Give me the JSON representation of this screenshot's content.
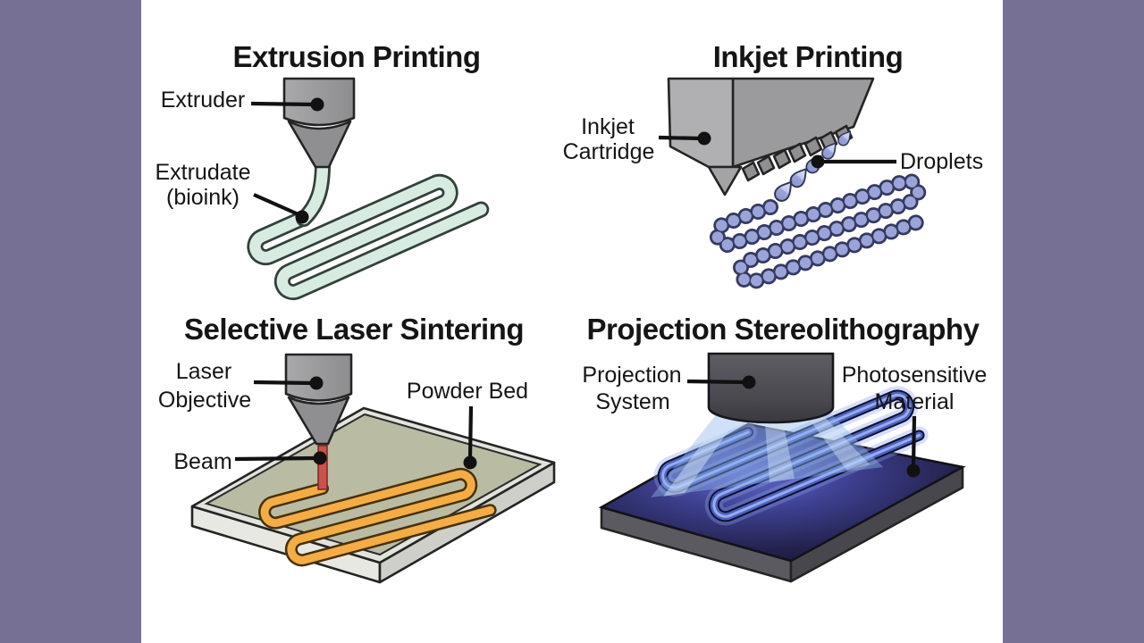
{
  "frame": {
    "letterbox_color": "#767094",
    "canvas_color": "#FFFFFF"
  },
  "panels": {
    "extrusion": {
      "title": "Extrusion Printing",
      "labels": {
        "extruder": "Extruder",
        "extrudate_line1": "Extrudate",
        "extrudate_line2": "(bioink)"
      },
      "colors": {
        "nozzle_gray": "#9A9A9C",
        "bioink_fill": "#D7EBE0",
        "bioink_edge": "#31413A"
      }
    },
    "inkjet": {
      "title": "Inkjet Printing",
      "labels": {
        "cartridge_line1": "Inkjet",
        "cartridge_line2": "Cartridge",
        "droplets": "Droplets"
      },
      "colors": {
        "cartridge_gray": "#A6A6A8",
        "ink_fill": "#9AA4D8",
        "ink_edge": "#343A60"
      }
    },
    "sls": {
      "title": "Selective Laser Sintering",
      "labels": {
        "objective_line1": "Laser",
        "objective_line2": "Objective",
        "beam": "Beam",
        "powder_bed": "Powder Bed"
      },
      "colors": {
        "powder": "#B9BCA2",
        "tray_rim": "#E3E3DD",
        "sintered_trace": "#F4AC45",
        "laser_beam": "#C9534B"
      }
    },
    "sla": {
      "title": "Projection Stereolithography",
      "labels": {
        "projector_line1": "Projection",
        "projector_line2": "System",
        "material_line1": "Photosensitive",
        "material_line2": "Material"
      },
      "colors": {
        "resin_vat": "#23224E",
        "cured_trace": "#96ACF0",
        "projection_light": "#8EB7EB",
        "projector_gray": "#4A4A50"
      }
    }
  }
}
